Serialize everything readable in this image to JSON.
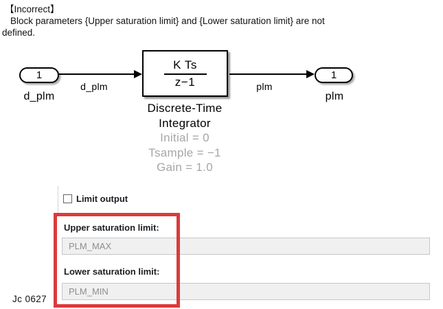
{
  "header": {
    "tag": "【Incorrect】",
    "line1": "Block parameters {Upper saturation limit} and {Lower saturation limit} are not",
    "line2": "defined."
  },
  "diagram": {
    "inport": {
      "number": "1",
      "label": "d_plm"
    },
    "outport": {
      "number": "1",
      "label": "plm"
    },
    "signal_in_label": "d_plm",
    "signal_out_label": "plm",
    "block": {
      "numerator": "K Ts",
      "denominator": "z−1",
      "name_line1": "Discrete-Time",
      "name_line2": "Integrator",
      "param_lines": [
        "Initial = 0",
        "Tsample = −1",
        "Gain = 1.0"
      ]
    }
  },
  "dialog": {
    "limit_output_label": "Limit output",
    "limit_output_checked": false,
    "upper_label": "Upper saturation limit:",
    "upper_value": "PLM_MAX",
    "lower_label": "Lower saturation limit:",
    "lower_value": "PLM_MIN"
  },
  "footer": {
    "note": "Jc 0627"
  },
  "colors": {
    "annotation_red": "#dd3a3a",
    "param_gray": "#a6a6a6",
    "field_bg": "#f0f0f0",
    "field_border": "#c6c6c6",
    "field_text": "#8e8e8e"
  }
}
